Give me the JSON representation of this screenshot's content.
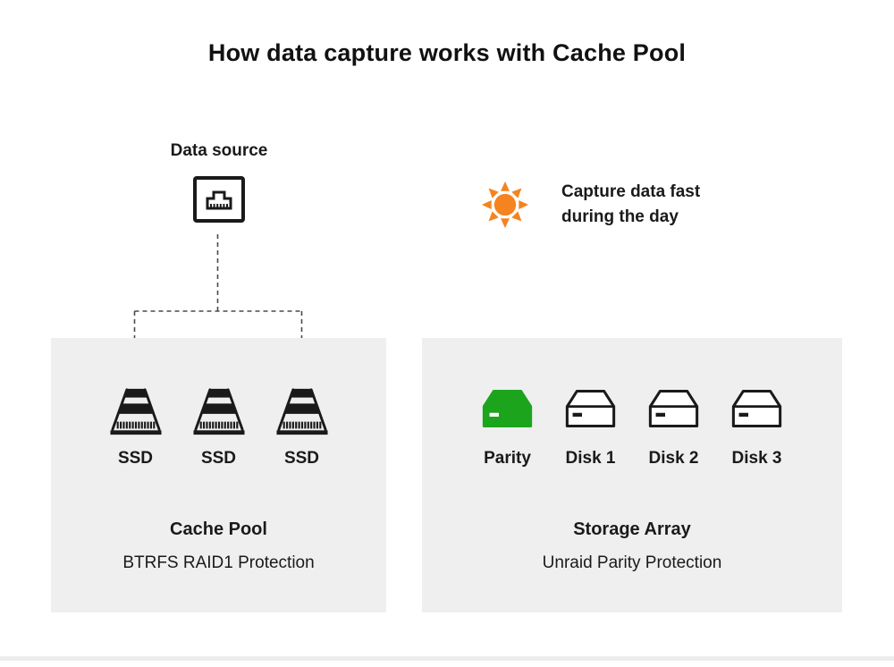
{
  "title": "How data capture works with Cache Pool",
  "data_source": {
    "label": "Data source"
  },
  "annotation": {
    "line1": "Capture data fast",
    "line2": "during the day"
  },
  "cache_pool": {
    "name": "Cache Pool",
    "description": "BTRFS RAID1 Protection",
    "drives": [
      {
        "label": "SSD"
      },
      {
        "label": "SSD"
      },
      {
        "label": "SSD"
      }
    ]
  },
  "storage_array": {
    "name": "Storage Array",
    "description": "Unraid Parity Protection",
    "drives": [
      {
        "label": "Parity",
        "highlight": true
      },
      {
        "label": "Disk 1"
      },
      {
        "label": "Disk 2"
      },
      {
        "label": "Disk 3"
      }
    ]
  },
  "icons": {
    "data_source": "ethernet-port-icon",
    "day_capture": "sun-icon",
    "cache_drive": "ssd-icon",
    "array_drive": "disk-icon"
  },
  "colors": {
    "ink": "#1A1A1A",
    "accent_orange": "#F5831F",
    "parity_green": "#1CA41C",
    "panel_bg": "#EFEFEF",
    "connector": "#4A4A4A"
  }
}
